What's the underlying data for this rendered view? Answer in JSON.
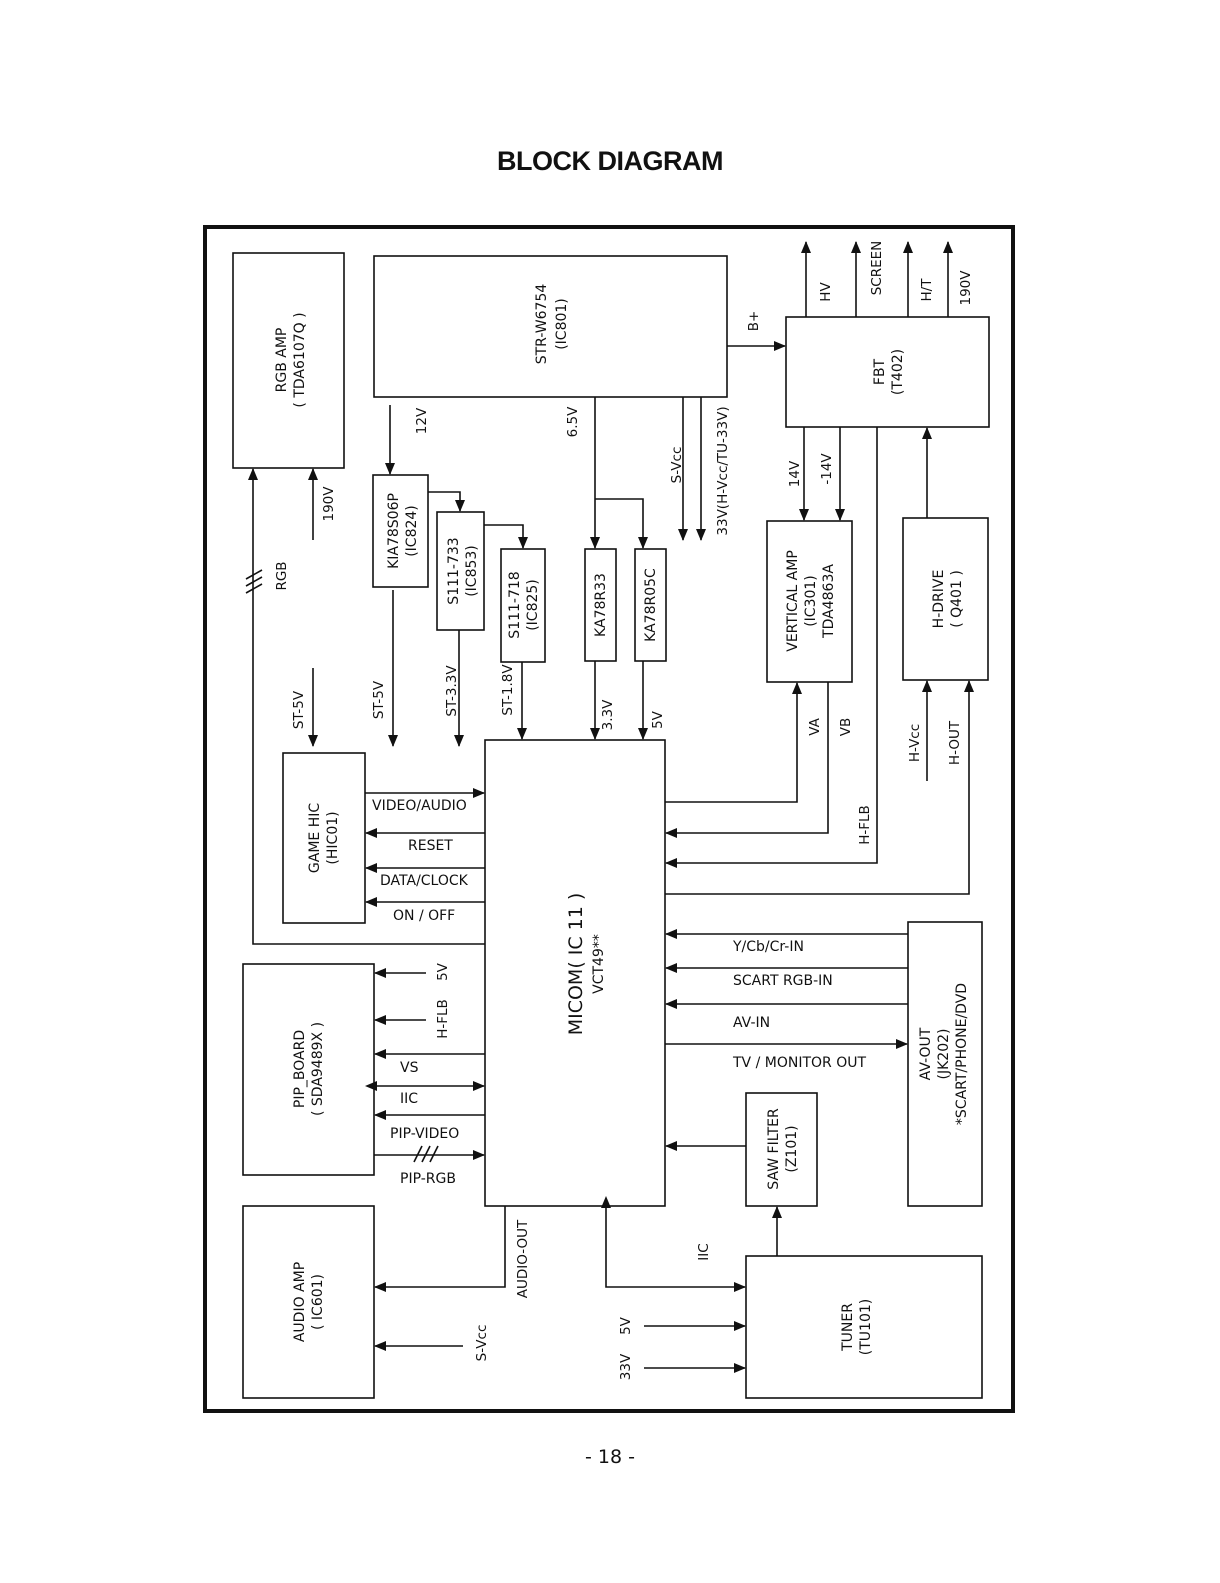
{
  "title": "BLOCK DIAGRAM",
  "page_number": "- 18 -",
  "blocks": {
    "rgb_amp": {
      "name": "RGB AMP",
      "part": "( TDA6107Q )"
    },
    "str": {
      "name": "STR-W6754",
      "part": "(IC801)"
    },
    "fbt": {
      "name": "FBT",
      "part": "(T402)"
    },
    "kia": {
      "name": "KIA78S06P",
      "part": "(IC824)"
    },
    "s111_733": {
      "name": "S111-733",
      "part": "(IC853)"
    },
    "s111_718": {
      "name": "S111-718",
      "part": "(IC825)"
    },
    "ka78r33": {
      "name": "KA78R33"
    },
    "ka78r05c": {
      "name": "KA78R05C"
    },
    "vertical_amp": {
      "name": "VERTICAL AMP",
      "part": "(IC301)",
      "model": "TDA4863A"
    },
    "h_drive": {
      "name": "H-DRIVE",
      "part": "( Q401 )"
    },
    "game_hic": {
      "name": "GAME HIC",
      "part": "(HIC01)"
    },
    "micom": {
      "name": "MICOM( IC 11 )",
      "model": "VCT49**"
    },
    "pip_board": {
      "name": "PIP_BOARD",
      "part": "( SDA9489X )"
    },
    "av_out": {
      "name": "AV-OUT",
      "part": "(JK202)",
      "note": "*SCART/PHONE/DVD"
    },
    "saw_filter": {
      "name": "SAW FILTER",
      "part": "(Z101)"
    },
    "audio_amp": {
      "name": "AUDIO AMP",
      "part": "( IC601)"
    },
    "tuner": {
      "name": "TUNER",
      "part": "(TU101)"
    }
  },
  "signals": {
    "hv": "HV",
    "screen": "SCREEN",
    "ht": "H/T",
    "v190_fbt": "190V",
    "b_plus": "B+",
    "v12": "12V",
    "v6_5": "6.5V",
    "s_vcc": "S-Vcc",
    "v33_hvcc": "33V(H-Vcc/TU-33V)",
    "v14": "14V",
    "v_minus14": "-14V",
    "v190": "190V",
    "rgb": "RGB",
    "st5v": "ST-5V",
    "st5v_b": "ST-5V",
    "st3_3v": "ST-3.3V",
    "st1_8v": "ST-1.8V",
    "v3_3": "3.3V",
    "v5": "5V",
    "va": "VA",
    "vb": "VB",
    "h_flb": "H-FLB",
    "h_vcc": "H-Vcc",
    "h_out": "H-OUT",
    "video_audio": "VIDEO/AUDIO",
    "reset": "RESET",
    "data_clock": "DATA/CLOCK",
    "on_off": "ON / OFF",
    "ycbcr_in": "Y/Cb/Cr-IN",
    "scart_rgb_in": "SCART RGB-IN",
    "av_in": "AV-IN",
    "tv_monitor_out": "TV / MONITOR OUT",
    "pip_5v": "5V",
    "pip_hflb": "H-FLB",
    "vs": "VS",
    "iic": "IIC",
    "pip_video": "PIP-VIDEO",
    "pip_rgb": "PIP-RGB",
    "audio_out": "AUDIO-OUT",
    "audio_svcc": "S-Vcc",
    "tuner_iic": "IIC",
    "tuner_5v": "5V",
    "tuner_33v": "33V"
  }
}
